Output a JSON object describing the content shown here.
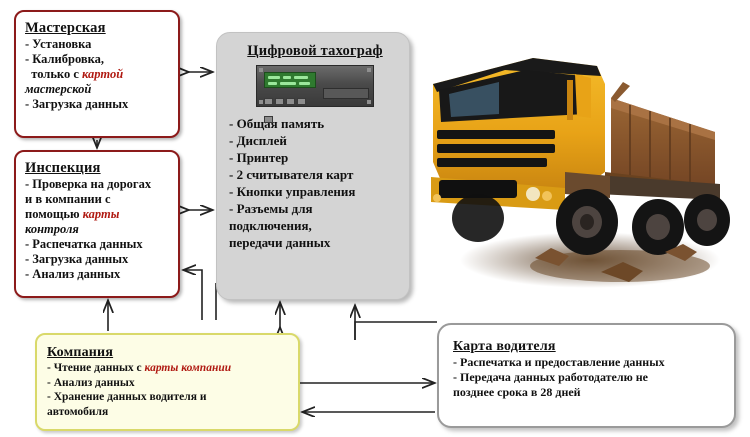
{
  "diagram": {
    "title_alt": "Digital tachograph data flow diagram",
    "colors": {
      "red_border": "#8c1a1a",
      "gray_box": "#d4d4d4",
      "yellow_border": "#d9d96a",
      "yellow_bg": "#fdfde6",
      "gray_border": "#9a9a9a",
      "accent_red_text": "#b01a12",
      "connector": "#222222",
      "truck_body": "#e8a317",
      "truck_bed": "#8b5a2b"
    },
    "boxes": {
      "workshop": {
        "title": "Мастерская",
        "items": [
          "- Установка",
          "- Калибровка,",
          "  только с ",
          "- Загрузка данных"
        ],
        "accent_1": "картой",
        "accent_2": "мастерской"
      },
      "inspection": {
        "title": "Инспекция",
        "items": [
          "- Проверка на дорогах",
          "и в компании с",
          "помощью ",
          "- Распечатка данных",
          "- Загрузка данных",
          "- Анализ данных"
        ],
        "accent_1": "карты",
        "accent_2": "контроля"
      },
      "tachograph": {
        "title": "Цифровой тахограф",
        "device_name": "digital-tachograph-device",
        "items": [
          "- Общая память",
          "- Дисплей",
          "- Принтер",
          "- 2 считывателя карт",
          "- Кнопки управления",
          "- Разъемы для",
          "подключения,",
          "передачи данных"
        ]
      },
      "company": {
        "title": "Компания",
        "items": [
          "- Чтение данных с ",
          "- Анализ данных",
          "- Хранение данных водителя и",
          "автомобиля"
        ],
        "accent_1": "карты компании"
      },
      "driver_card": {
        "title": "Карта водителя",
        "items": [
          "- Распечатка и предоставление данных",
          "- Передача данных работодателю не",
          "позднее срока в 28 дней"
        ]
      }
    },
    "photo": {
      "subject": "yellow-dump-truck"
    }
  }
}
